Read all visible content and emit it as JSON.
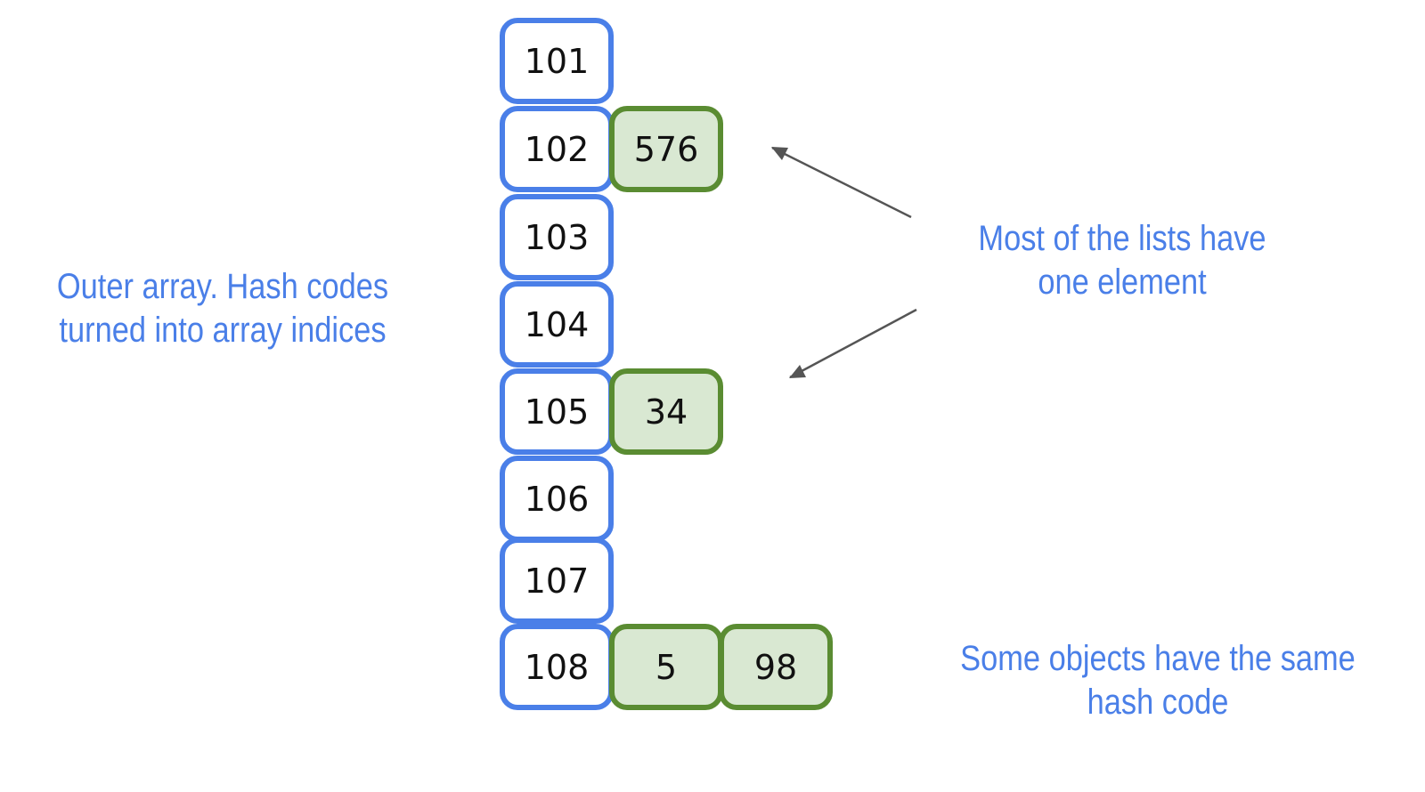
{
  "colors": {
    "bucket_border": "#4a7fe8",
    "item_border": "#5a8c32",
    "item_fill": "#d9e8d2",
    "annotation_text": "#4a7fe8",
    "arrow": "#555555"
  },
  "buckets": [
    "101",
    "102",
    "103",
    "104",
    "105",
    "106",
    "107",
    "108"
  ],
  "list_items": {
    "bucket_102": [
      "576"
    ],
    "bucket_105": [
      "34"
    ],
    "bucket_108": [
      "5",
      "98"
    ]
  },
  "annotations": {
    "outer_array": [
      "Outer array. Hash codes",
      "turned into array indices"
    ],
    "single_element": [
      "Most of the lists have",
      "one element"
    ],
    "same_hash": [
      "Some objects have the same",
      "hash code"
    ]
  }
}
